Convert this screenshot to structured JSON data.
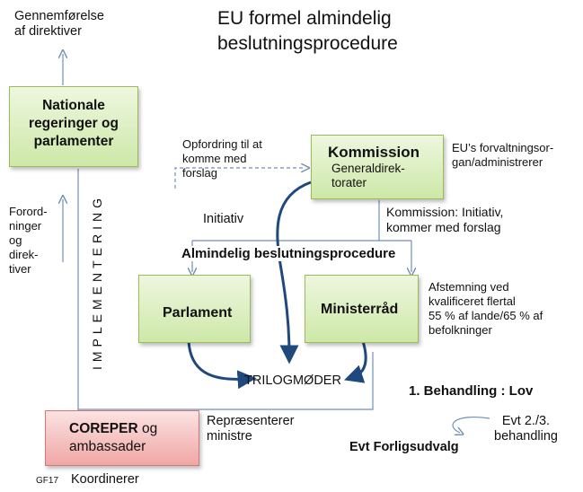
{
  "title": {
    "line1": "EU formel almindelig",
    "line2": "beslutningsprocedure"
  },
  "gennemforelse": {
    "line1": "Gennemførelse",
    "line2": "af direktiver"
  },
  "nationale": {
    "line1": "Nationale",
    "line2": "regeringer og",
    "line3": "parlamenter"
  },
  "forordninger": [
    "Forord-",
    "ninger",
    "og",
    "direk-",
    "tiver"
  ],
  "implementering": "IMPLEMENTERING",
  "opfordring": [
    "Opfordring til at",
    "komme med",
    "forslag"
  ],
  "kommission": {
    "title": "Kommission",
    "sub1": "Generaldirek-",
    "sub2": "torater"
  },
  "eu_forvaltning": [
    "EU’s forvaltningsor-",
    "gan/administrerer"
  ],
  "initiativ": "Initiativ",
  "kommission_initiativ": [
    "Kommission: Initiativ,",
    "kommer med forslag"
  ],
  "almindelig": "Almindelig beslutningsprocedure",
  "parlament": "Parlament",
  "ministerraad": "Ministerråd",
  "afstemning": [
    "Afstemning ved",
    "kvalificeret flertal",
    "55 % af lande/65 % af",
    "befolkninger"
  ],
  "trilog": "TRILOGMØDER",
  "behandling1": "1. Behandling : Lov",
  "coreper": {
    "part1": "COREPER",
    "part2": " og",
    "line2": "ambassader"
  },
  "repraesenterer": [
    "Repræsenterer",
    "ministre"
  ],
  "evt_behandling": [
    "Evt 2./3.",
    "behandling"
  ],
  "forligsudvalg": "Evt Forligsudvalg",
  "gf17": "GF17",
  "koordinerer": "Koordinerer",
  "colors": {
    "green_border": "#9bbb59",
    "red_border": "#d07a78",
    "arrow_blue": "#1f497d",
    "thin_line": "#6f8fb6"
  }
}
